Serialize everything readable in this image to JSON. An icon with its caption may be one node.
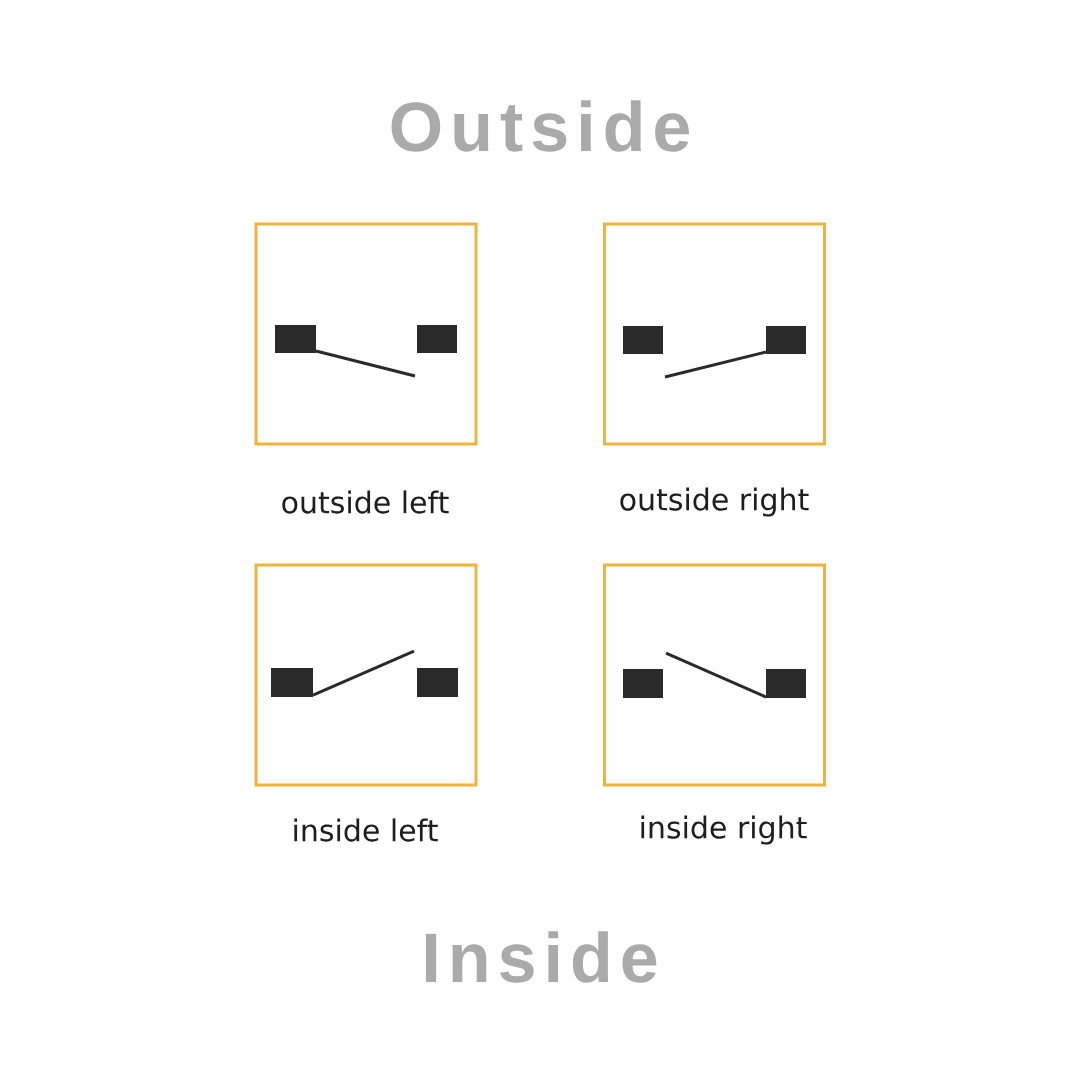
{
  "diagram": {
    "nodes": [
      {
        "text": [],
        "shape": "box",
        "beside": [
          "outside left"
        ]
      },
      {
        "text": [],
        "shape": "box",
        "beside": [
          "outside right"
        ]
      },
      {
        "text": [],
        "shape": "box",
        "beside": [
          "inside left"
        ]
      },
      {
        "text": [],
        "shape": "box",
        "beside": [
          "inside right"
        ]
      }
    ],
    "labels": [
      "Outside",
      "Inside"
    ]
  }
}
